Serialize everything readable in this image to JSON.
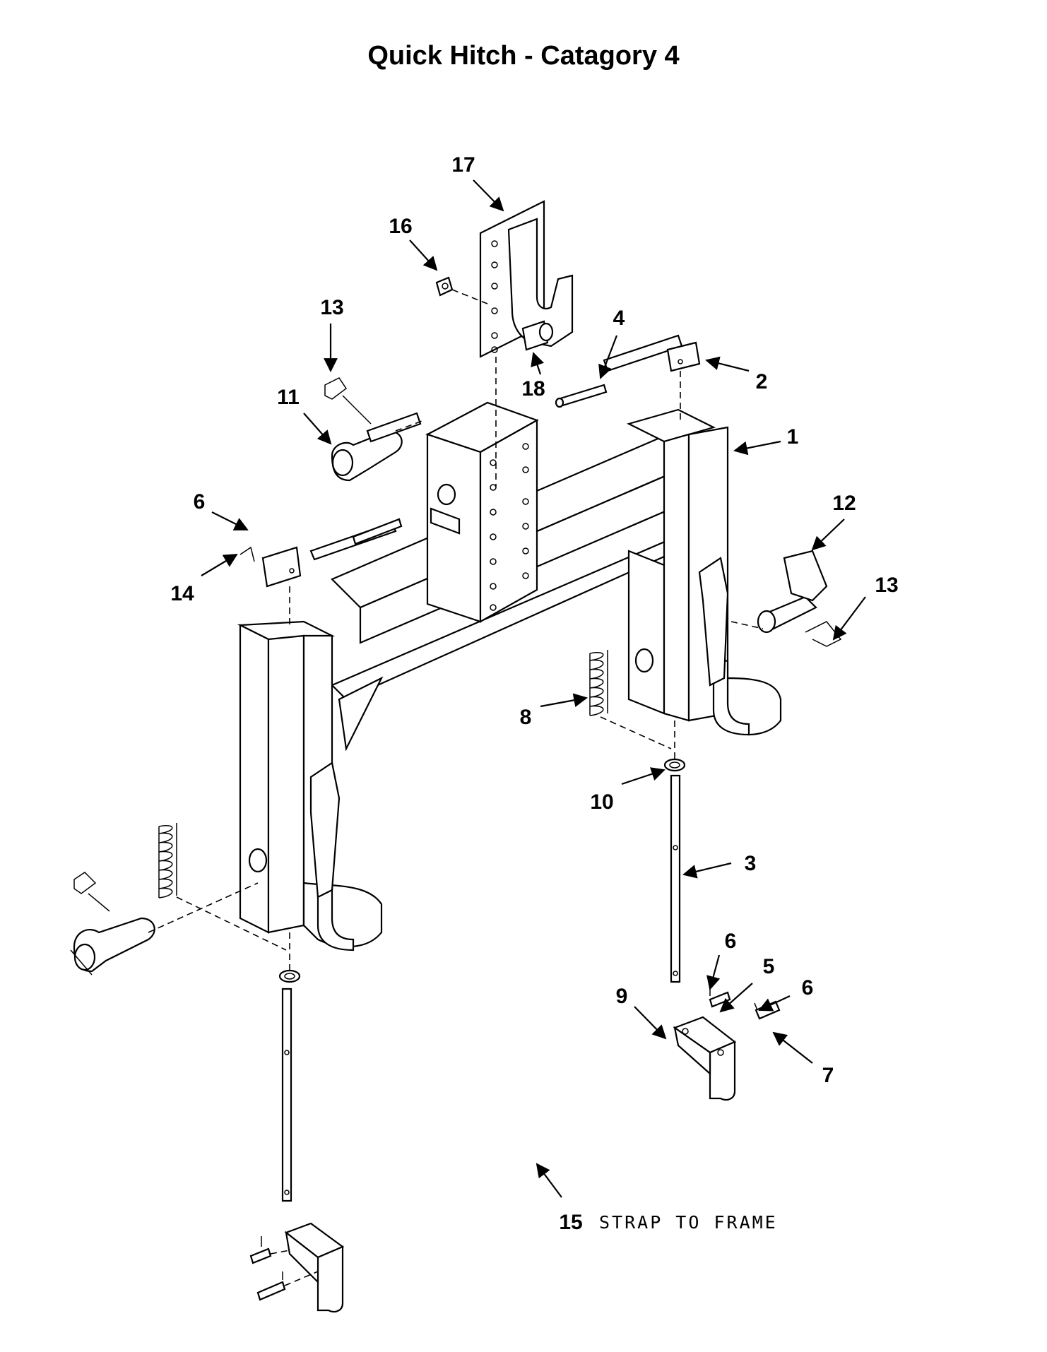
{
  "title": "Quick Hitch - Catagory 4",
  "callouts": {
    "c1": "1",
    "c2": "2",
    "c3": "3",
    "c4": "4",
    "c5": "5",
    "c6a": "6",
    "c6b": "6",
    "c6c": "6",
    "c7": "7",
    "c8": "8",
    "c9": "9",
    "c10": "10",
    "c11": "11",
    "c12": "12",
    "c13a": "13",
    "c13b": "13",
    "c14": "14",
    "c15": "15",
    "c16": "16",
    "c17": "17",
    "c18": "18"
  },
  "note": "STRAP TO FRAME"
}
